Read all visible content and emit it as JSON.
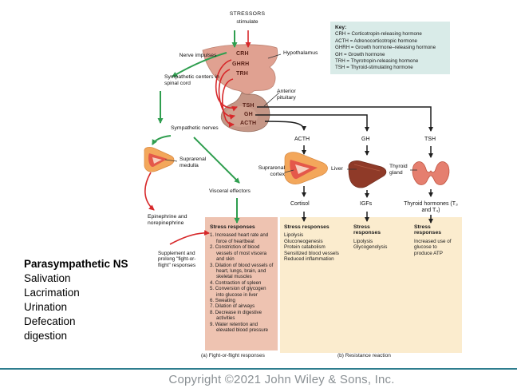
{
  "top": {
    "stressors_line1": "STRESSORS",
    "stressors_line2": "stimulate"
  },
  "key_box": {
    "title": "Key:",
    "entries": [
      "CRH = Corticotropin-releasing hormone",
      "ACTH = Adrenocorticotropic hormone",
      "GHRH = Growth hormone–releasing hormone",
      "GH = Growth hormone",
      "TRH = Thyrotropin-releasing hormone",
      "TSH = Thyroid-stimulating hormone"
    ]
  },
  "labels": {
    "hypothalamus": "Hypothalamus",
    "anterior_pituitary": "Anterior pituitary",
    "crh": "CRH",
    "ghrh": "GHRH",
    "trh": "TRH",
    "tsh_pituitary": "TSH",
    "gh_pituitary": "GH",
    "acth_pituitary": "ACTH",
    "nerve_impulses": "Nerve impulses",
    "sympathetic_centers": "Sympathetic centers in spinal cord",
    "sympathetic_nerves": "Sympathetic nerves",
    "suprarenal_medulla": "Suprarenal medulla",
    "visceral_effectors": "Visceral effectors",
    "epinephrine": "Epinephrine and norepinephrine",
    "supplement_note": "Supplement and prolong \"fight-or-flight\" responses",
    "acth_mid": "ACTH",
    "gh_mid": "GH",
    "tsh_mid": "TSH",
    "suprarenal_cortex": "Suprarenal cortex",
    "liver": "Liver",
    "thyroid_gland": "Thyroid gland",
    "cortisol": "Cortisol",
    "igfs": "IGFs",
    "thyroid_hormones": "Thyroid hormones (T₃ and T₄)"
  },
  "fight_or_flight": {
    "title": "Stress responses",
    "items": [
      "1. Increased heart rate and force of heartbeat",
      "2. Constriction of blood vessels of most viscera and skin",
      "3. Dilation of blood vessels of heart, lungs, brain, and skeletal muscles",
      "4. Contraction of spleen",
      "5. Conversion of glycogen into glucose in liver",
      "6. Sweating",
      "7. Dilation of airways",
      "8. Decrease in digestive activities",
      "9. Water retention and elevated blood pressure"
    ],
    "caption": "(a) Fight-or-flight responses"
  },
  "resistance": {
    "caption": "(b) Resistance reaction",
    "col_cortisol": {
      "title": "Stress responses",
      "items": [
        "Lipolysis",
        "Gluconeogenesis",
        "Protein catabolism",
        "Sensitized blood vessels",
        "Reduced inflammation"
      ]
    },
    "col_igfs": {
      "title": "Stress responses",
      "items": [
        "Lipolysis",
        "Glycogenolysis"
      ]
    },
    "col_thyroid": {
      "title": "Stress responses",
      "items": [
        "Increased use of glucose to produce ATP"
      ]
    }
  },
  "annotations": {
    "title": "Parasympathetic NS",
    "items": [
      "Salivation",
      "Lacrimation",
      "Urination",
      "Defecation",
      "digestion"
    ]
  },
  "footer": {
    "copyright": "Copyright ©2021 John Wiley & Sons, Inc."
  },
  "colors": {
    "green_arrow": "#2f9e4f",
    "red_arrow": "#d7282a",
    "black_arrow": "#1f1f1f",
    "fight_box_bg": "#eec3b1",
    "resistance_box_bg": "#fbecce",
    "key_box_bg": "#d9ebe8",
    "divider_teal": "#2e7d8e",
    "hormone_label": "#5a2218"
  }
}
